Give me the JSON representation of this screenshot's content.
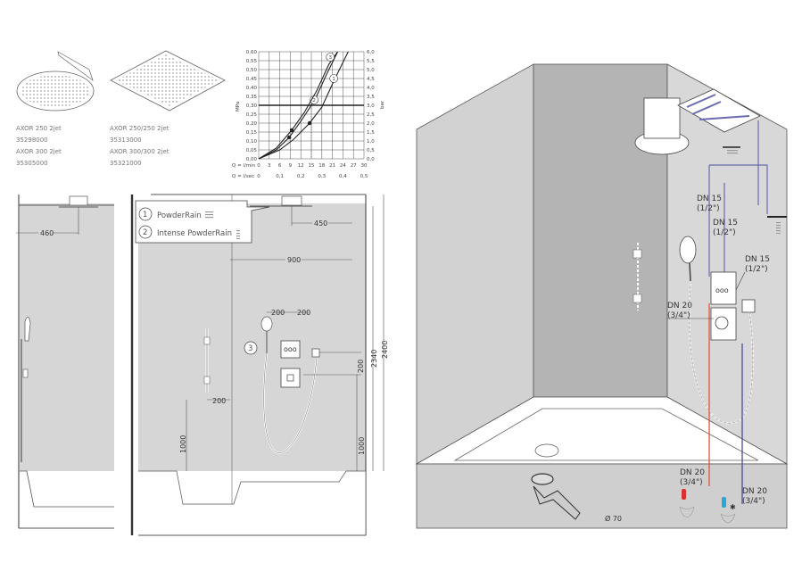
{
  "products": [
    {
      "name": "AXOR 250 2jet",
      "code": "35298000"
    },
    {
      "name": "AXOR 300 2jet",
      "code": "35305000"
    },
    {
      "name": "AXOR 250/250 2jet",
      "code": "35313000"
    },
    {
      "name": "AXOR 300/300 2jet",
      "code": "35321000"
    }
  ],
  "legend": [
    {
      "num": "1",
      "label": "PowderRain"
    },
    {
      "num": "2",
      "label": "Intense PowderRain"
    },
    {
      "num": "3",
      "label": ""
    }
  ],
  "dimensions": {
    "side_460": "460",
    "d450": "450",
    "d900": "900",
    "d200a": "200",
    "d200b": "200",
    "d200c": "200",
    "d200d": "200",
    "d1000a": "1000",
    "d1000b": "1000",
    "d2340": "2340",
    "d2400": "2400"
  },
  "pipes": {
    "dn15a": [
      "DN 15",
      "(1/2\")"
    ],
    "dn15b": [
      "DN 15",
      "(1/2\")"
    ],
    "dn15c": [
      "DN 15",
      "(1/2\")"
    ],
    "dn20a": [
      "DN 20",
      "(3/4\")"
    ],
    "dn20hot": [
      "DN 20",
      "(3/4\")"
    ],
    "dn20cold": [
      "DN 20",
      "(3/4\")"
    ],
    "drain": "Ø 70"
  },
  "colors": {
    "hot": "#e0553a",
    "cold": "#4a4a9a",
    "wall_back": "#b4b4b4",
    "wall_side": "#d2d2d2"
  },
  "chart_data": {
    "type": "line",
    "title": "",
    "ylabel": "MPa",
    "ylabel_right": "bar",
    "xlabel_rows": [
      "Q = l/min",
      "Q = l/sec"
    ],
    "xlim": [
      0,
      30
    ],
    "ylim": [
      0,
      0.6
    ],
    "x_ticks": [
      "0",
      "3",
      "6",
      "9",
      "12",
      "15",
      "18",
      "21",
      "24",
      "27",
      "30"
    ],
    "x2_ticks": [
      "0",
      "0,1",
      "0,2",
      "0,3",
      "0,4",
      "0,5"
    ],
    "y_ticks": [
      "0,00",
      "0,05",
      "0,10",
      "0,15",
      "0,20",
      "0,25",
      "0,30",
      "0,35",
      "0,40",
      "0,45",
      "0,50",
      "0,55",
      "0,60"
    ],
    "y2_ticks": [
      "0,0",
      "0,5",
      "1,0",
      "1,5",
      "2,0",
      "2,5",
      "3,0",
      "3,5",
      "4,0",
      "4,5",
      "5,0",
      "5,5",
      "6,0"
    ],
    "reference_line": 0.3,
    "grid": true,
    "series": [
      {
        "name": "1",
        "x": [
          0,
          6,
          10,
          14.5,
          18,
          21.5,
          25.5
        ],
        "y": [
          0,
          0.05,
          0.11,
          0.2,
          0.29,
          0.44,
          0.6
        ],
        "marker": {
          "x": 14.5,
          "y": 0.2
        }
      },
      {
        "name": "2",
        "x": [
          0,
          5,
          8.7,
          12,
          16,
          19.5,
          22.5
        ],
        "y": [
          0,
          0.05,
          0.12,
          0.21,
          0.33,
          0.48,
          0.6
        ],
        "marker": {
          "x": 8.7,
          "y": 0.12
        }
      },
      {
        "name": "3",
        "x": [
          0,
          5,
          9.4,
          13,
          16.5,
          20,
          22.5
        ],
        "y": [
          0,
          0.06,
          0.16,
          0.26,
          0.38,
          0.53,
          0.6
        ],
        "marker": {
          "x": 9.4,
          "y": 0.16
        }
      }
    ]
  }
}
